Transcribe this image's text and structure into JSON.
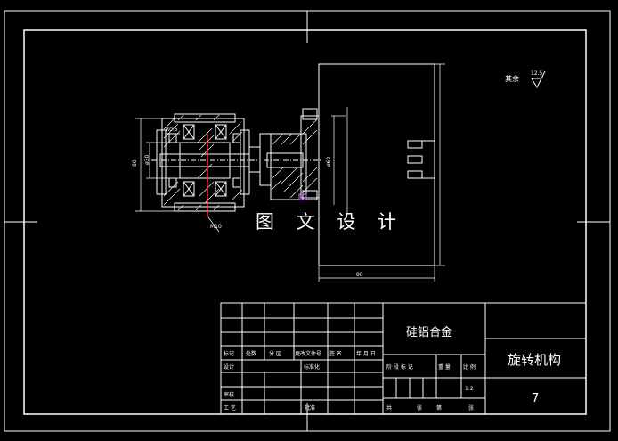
{
  "drawing": {
    "watermark": "图 文 设 计",
    "material": "硅铝合金",
    "part_name": "旋转机构",
    "drawing_number": "7",
    "scale": "1:2",
    "roughness_note": "其余",
    "roughness_value": "12.5"
  },
  "title_block": {
    "revision_headers": [
      "标记",
      "处数",
      "分 区",
      "更改文件号",
      "签 名",
      "年.月.日"
    ],
    "design_label": "设计",
    "standardization_label": "标准化",
    "review_label": "审核",
    "process_label": "工 艺",
    "approve_label": "批准",
    "stage_labels": [
      "阶 段 标 记",
      "重 量",
      "比 例"
    ],
    "sheet_text": [
      "共",
      "张",
      "第",
      "张"
    ]
  },
  "colors": {
    "line": "#ffffff",
    "hatch": "#ffffff",
    "center_mark": "#ff2a2a",
    "accent": "#c25ce0"
  },
  "dimensions": {
    "left_height": "80",
    "inner_height": "ø30",
    "top_label": "R0.5",
    "side_label": "M10",
    "bottom_label": "80",
    "mid_label": "ø60"
  }
}
